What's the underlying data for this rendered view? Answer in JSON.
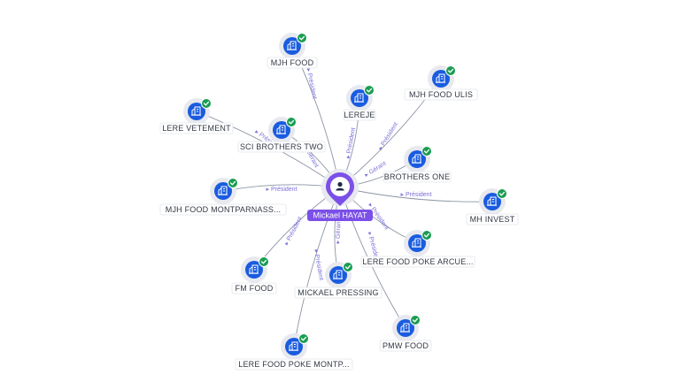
{
  "colors": {
    "company_icon_bg": "#1a5ce0",
    "check_badge": "#1a9d52",
    "person_pin": "#7b4fe8",
    "person_label_bg": "#7b4fe8",
    "edge": "#8c95a3",
    "edge_label": "#7b6fd8"
  },
  "center": {
    "name": "Mickael HAYAT",
    "icon": "person-icon"
  },
  "companies": [
    {
      "id": "mjh-food",
      "name": "MJH FOOD",
      "relation": "Président",
      "icon": "company-building-icon",
      "verified": true
    },
    {
      "id": "lereje",
      "name": "LEREJE",
      "relation": "Président",
      "icon": "company-building-icon",
      "verified": true
    },
    {
      "id": "mjh-food-ulis",
      "name": "MJH FOOD ULIS",
      "relation": "Président",
      "icon": "company-building-icon",
      "verified": true
    },
    {
      "id": "lere-vetement",
      "name": "LERE VETEMENT",
      "relation": "Président",
      "icon": "company-building-icon",
      "verified": true
    },
    {
      "id": "sci-brothers-two",
      "name": "SCI BROTHERS TWO",
      "relation": "Gérant",
      "icon": "company-building-icon",
      "verified": true
    },
    {
      "id": "brothers-one",
      "name": "BROTHERS ONE",
      "relation": "Gérant",
      "icon": "company-building-icon",
      "verified": true
    },
    {
      "id": "mjh-food-montparnasse",
      "name": "MJH FOOD MONTPARNASS...",
      "relation": "Président",
      "icon": "company-building-icon",
      "verified": true
    },
    {
      "id": "mh-invest",
      "name": "MH INVEST",
      "relation": "Président",
      "icon": "company-building-icon",
      "verified": true
    },
    {
      "id": "lere-food-poke-arcueil",
      "name": "LERE FOOD POKE ARCUE...",
      "relation": "Président",
      "icon": "company-building-icon",
      "verified": true
    },
    {
      "id": "fm-food",
      "name": "FM FOOD",
      "relation": "Président",
      "icon": "company-building-icon",
      "verified": true
    },
    {
      "id": "mickael-pressing",
      "name": "MICKAEL PRESSING",
      "relation": "Gérant",
      "icon": "company-building-icon",
      "verified": true
    },
    {
      "id": "pmw-food",
      "name": "PMW FOOD",
      "relation": "Président",
      "icon": "company-building-icon",
      "verified": true
    },
    {
      "id": "lere-food-poke-montparnasse",
      "name": "LERE FOOD POKE MONTP...",
      "relation": "Président",
      "icon": "company-building-icon",
      "verified": true
    }
  ]
}
